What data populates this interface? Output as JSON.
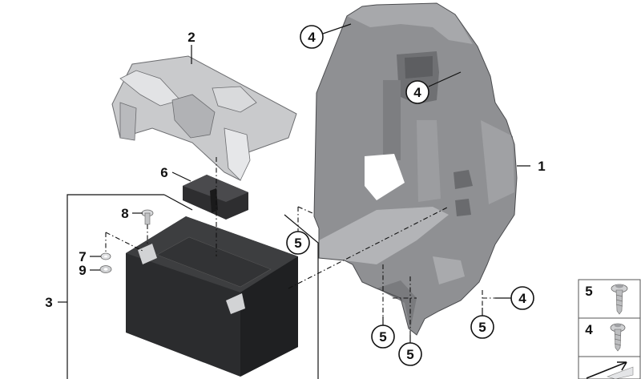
{
  "callouts": {
    "housing": "1",
    "cover_plate": "2",
    "battery": "3",
    "screw_top": "4",
    "screw_mid": "4",
    "screw_right": "4",
    "rubber_pad": "6",
    "clip_left": "5",
    "clip_center": "5",
    "clip_bottom": "5",
    "clip_right": "5",
    "bolt": "8",
    "washer": "7",
    "nut": "9"
  },
  "legend": {
    "items": [
      {
        "number": "5",
        "icon": "screw-with-washer-icon"
      },
      {
        "number": "4",
        "icon": "screw-with-flange-icon"
      }
    ],
    "arrow_icon": "arrow-icon"
  },
  "colors": {
    "housing": "#8f9093",
    "housing_light": "#a7a8ab",
    "cover_plate": "#c9cacc",
    "battery": "#2b2c2e",
    "rubber_pad": "#2e2e30",
    "line": "#111111"
  }
}
